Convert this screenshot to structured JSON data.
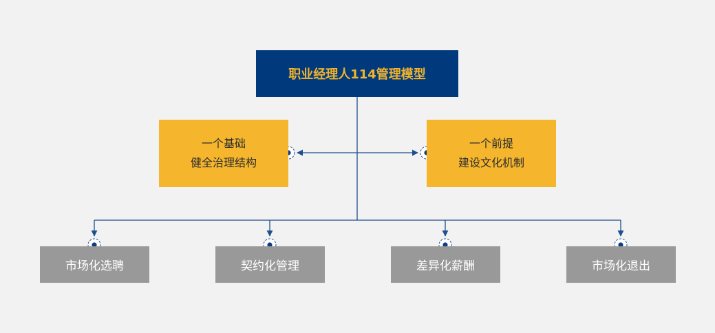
{
  "title": "职业经理人114管理模型",
  "foundation": {
    "line1": "一个基础",
    "line2": "健全治理结构"
  },
  "premise": {
    "line1": "一个前提",
    "line2": "建设文化机制"
  },
  "pillars": [
    "市场化选聘",
    "契约化管理",
    "差异化薪酬",
    "市场化退出"
  ],
  "colors": {
    "background": "#f2f2f2",
    "title_box": "#003a7d",
    "title_text": "#f3b32b",
    "yellow_box": "#f5b62e",
    "gray_box": "#999999",
    "connector": "#1f4e8c"
  }
}
